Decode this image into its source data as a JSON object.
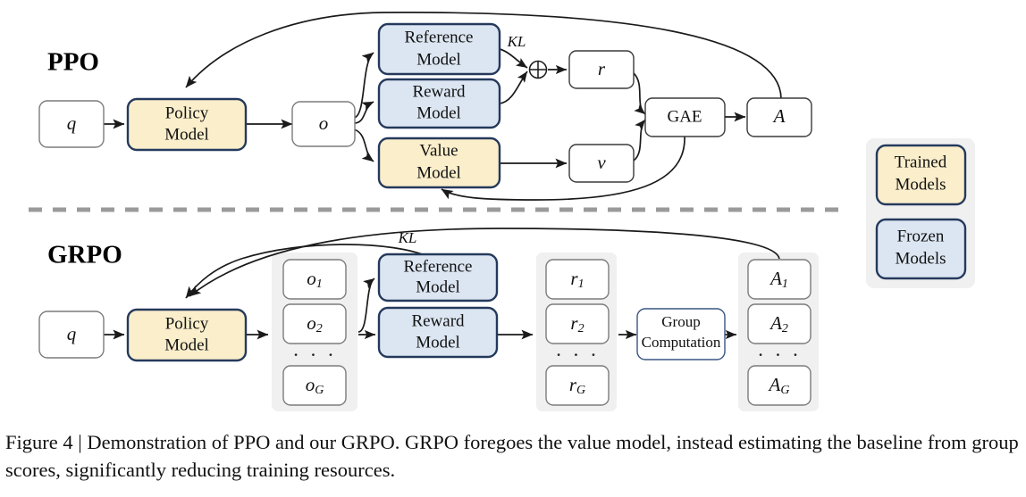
{
  "figure": {
    "caption_prefix": "Figure 4 |",
    "caption_text": " Demonstration of PPO and our GRPO. GRPO foregoes the value model, instead estimating the baseline from group scores, significantly reducing training resources."
  },
  "colors": {
    "trained_fill": "#faeecb",
    "trained_stroke": "#24395c",
    "frozen_fill": "#dce6f2",
    "frozen_stroke": "#24395c",
    "group_bg": "#f0f0f0",
    "plain_stroke": "#7c7c7c",
    "line": "#1a1a1a",
    "divider": "#9a9a9a"
  },
  "ppo": {
    "title": "PPO",
    "input": "q",
    "policy_model": {
      "line1": "Policy",
      "line2": "Model"
    },
    "output": "o",
    "reference_model": {
      "line1": "Reference",
      "line2": "Model"
    },
    "reward_model": {
      "line1": "Reward",
      "line2": "Model"
    },
    "value_model": {
      "line1": "Value",
      "line2": "Model"
    },
    "kl_label": "KL",
    "plus_symbol": "⊕",
    "reward_signal": "r",
    "value_signal": "v",
    "gae": "GAE",
    "advantage": "A"
  },
  "grpo": {
    "title": "GRPO",
    "input": "q",
    "policy_model": {
      "line1": "Policy",
      "line2": "Model"
    },
    "kl_label": "KL",
    "reference_model": {
      "line1": "Reference",
      "line2": "Model"
    },
    "reward_model": {
      "line1": "Reward",
      "line2": "Model"
    },
    "group_computation": {
      "line1": "Group",
      "line2": "Computation"
    },
    "ellipsis": "· · ·",
    "outputs": [
      {
        "base": "o",
        "sub": "1"
      },
      {
        "base": "o",
        "sub": "2"
      },
      {
        "base": "o",
        "sub": "G"
      }
    ],
    "rewards": [
      {
        "base": "r",
        "sub": "1"
      },
      {
        "base": "r",
        "sub": "2"
      },
      {
        "base": "r",
        "sub": "G"
      }
    ],
    "advantages": [
      {
        "base": "A",
        "sub": "1"
      },
      {
        "base": "A",
        "sub": "2"
      },
      {
        "base": "A",
        "sub": "G"
      }
    ]
  },
  "legend": {
    "trained": {
      "line1": "Trained",
      "line2": "Models"
    },
    "frozen": {
      "line1": "Frozen",
      "line2": "Models"
    }
  }
}
